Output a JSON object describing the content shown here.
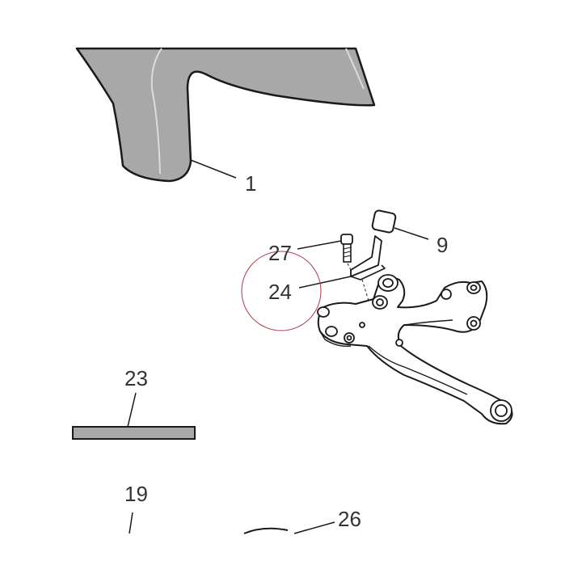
{
  "colors": {
    "part_fill": "#a8a8a8",
    "line": "#1a1a1a",
    "callout_text": "#333333",
    "highlight_ring": "#b03a48"
  },
  "callouts": {
    "part_1": "1",
    "part_9": "9",
    "part_27": "27",
    "part_24": "24",
    "part_23": "23",
    "part_19": "19",
    "part_26": "26"
  }
}
